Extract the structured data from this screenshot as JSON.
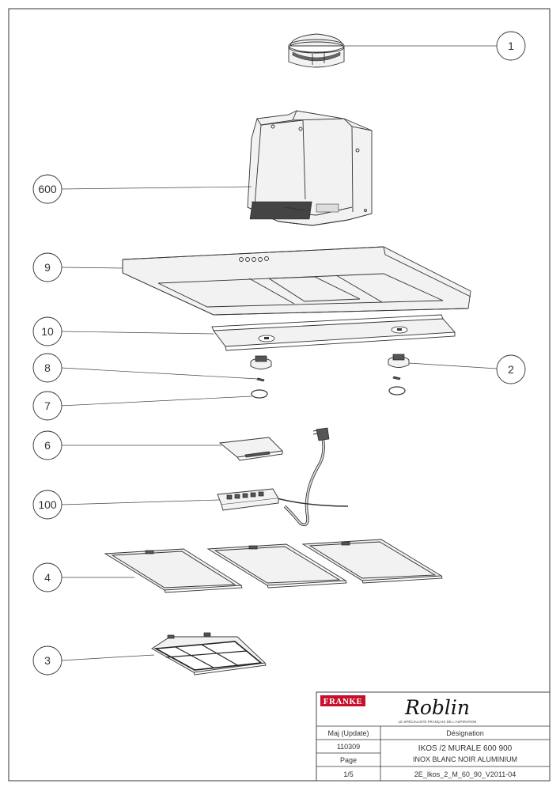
{
  "callouts": [
    {
      "id": "c1",
      "label": "1"
    },
    {
      "id": "c600",
      "label": "600"
    },
    {
      "id": "c9",
      "label": "9"
    },
    {
      "id": "c10",
      "label": "10"
    },
    {
      "id": "c8",
      "label": "8"
    },
    {
      "id": "c2",
      "label": "2"
    },
    {
      "id": "c7",
      "label": "7"
    },
    {
      "id": "c6",
      "label": "6"
    },
    {
      "id": "c100",
      "label": "100"
    },
    {
      "id": "c4",
      "label": "4"
    },
    {
      "id": "c3",
      "label": "3"
    }
  ],
  "title_block": {
    "brand_franke": "FRANKE",
    "brand_roblin": "Roblin",
    "tagline": "LE SPÉCIALISTE FRANÇAIS DE L'ASPIRATION",
    "update_label": "Maj (Update)",
    "designation_label": "Désignation",
    "update_value": "110309",
    "designation_value": "IKOS /2 MURALE 600 900",
    "designation_sub": "INOX BLANC NOIR ALUMINIUM",
    "page_label": "Page",
    "page_value": "1/5",
    "document_ref": "2E_Ikos_2_M_60_90_V2011-04"
  }
}
